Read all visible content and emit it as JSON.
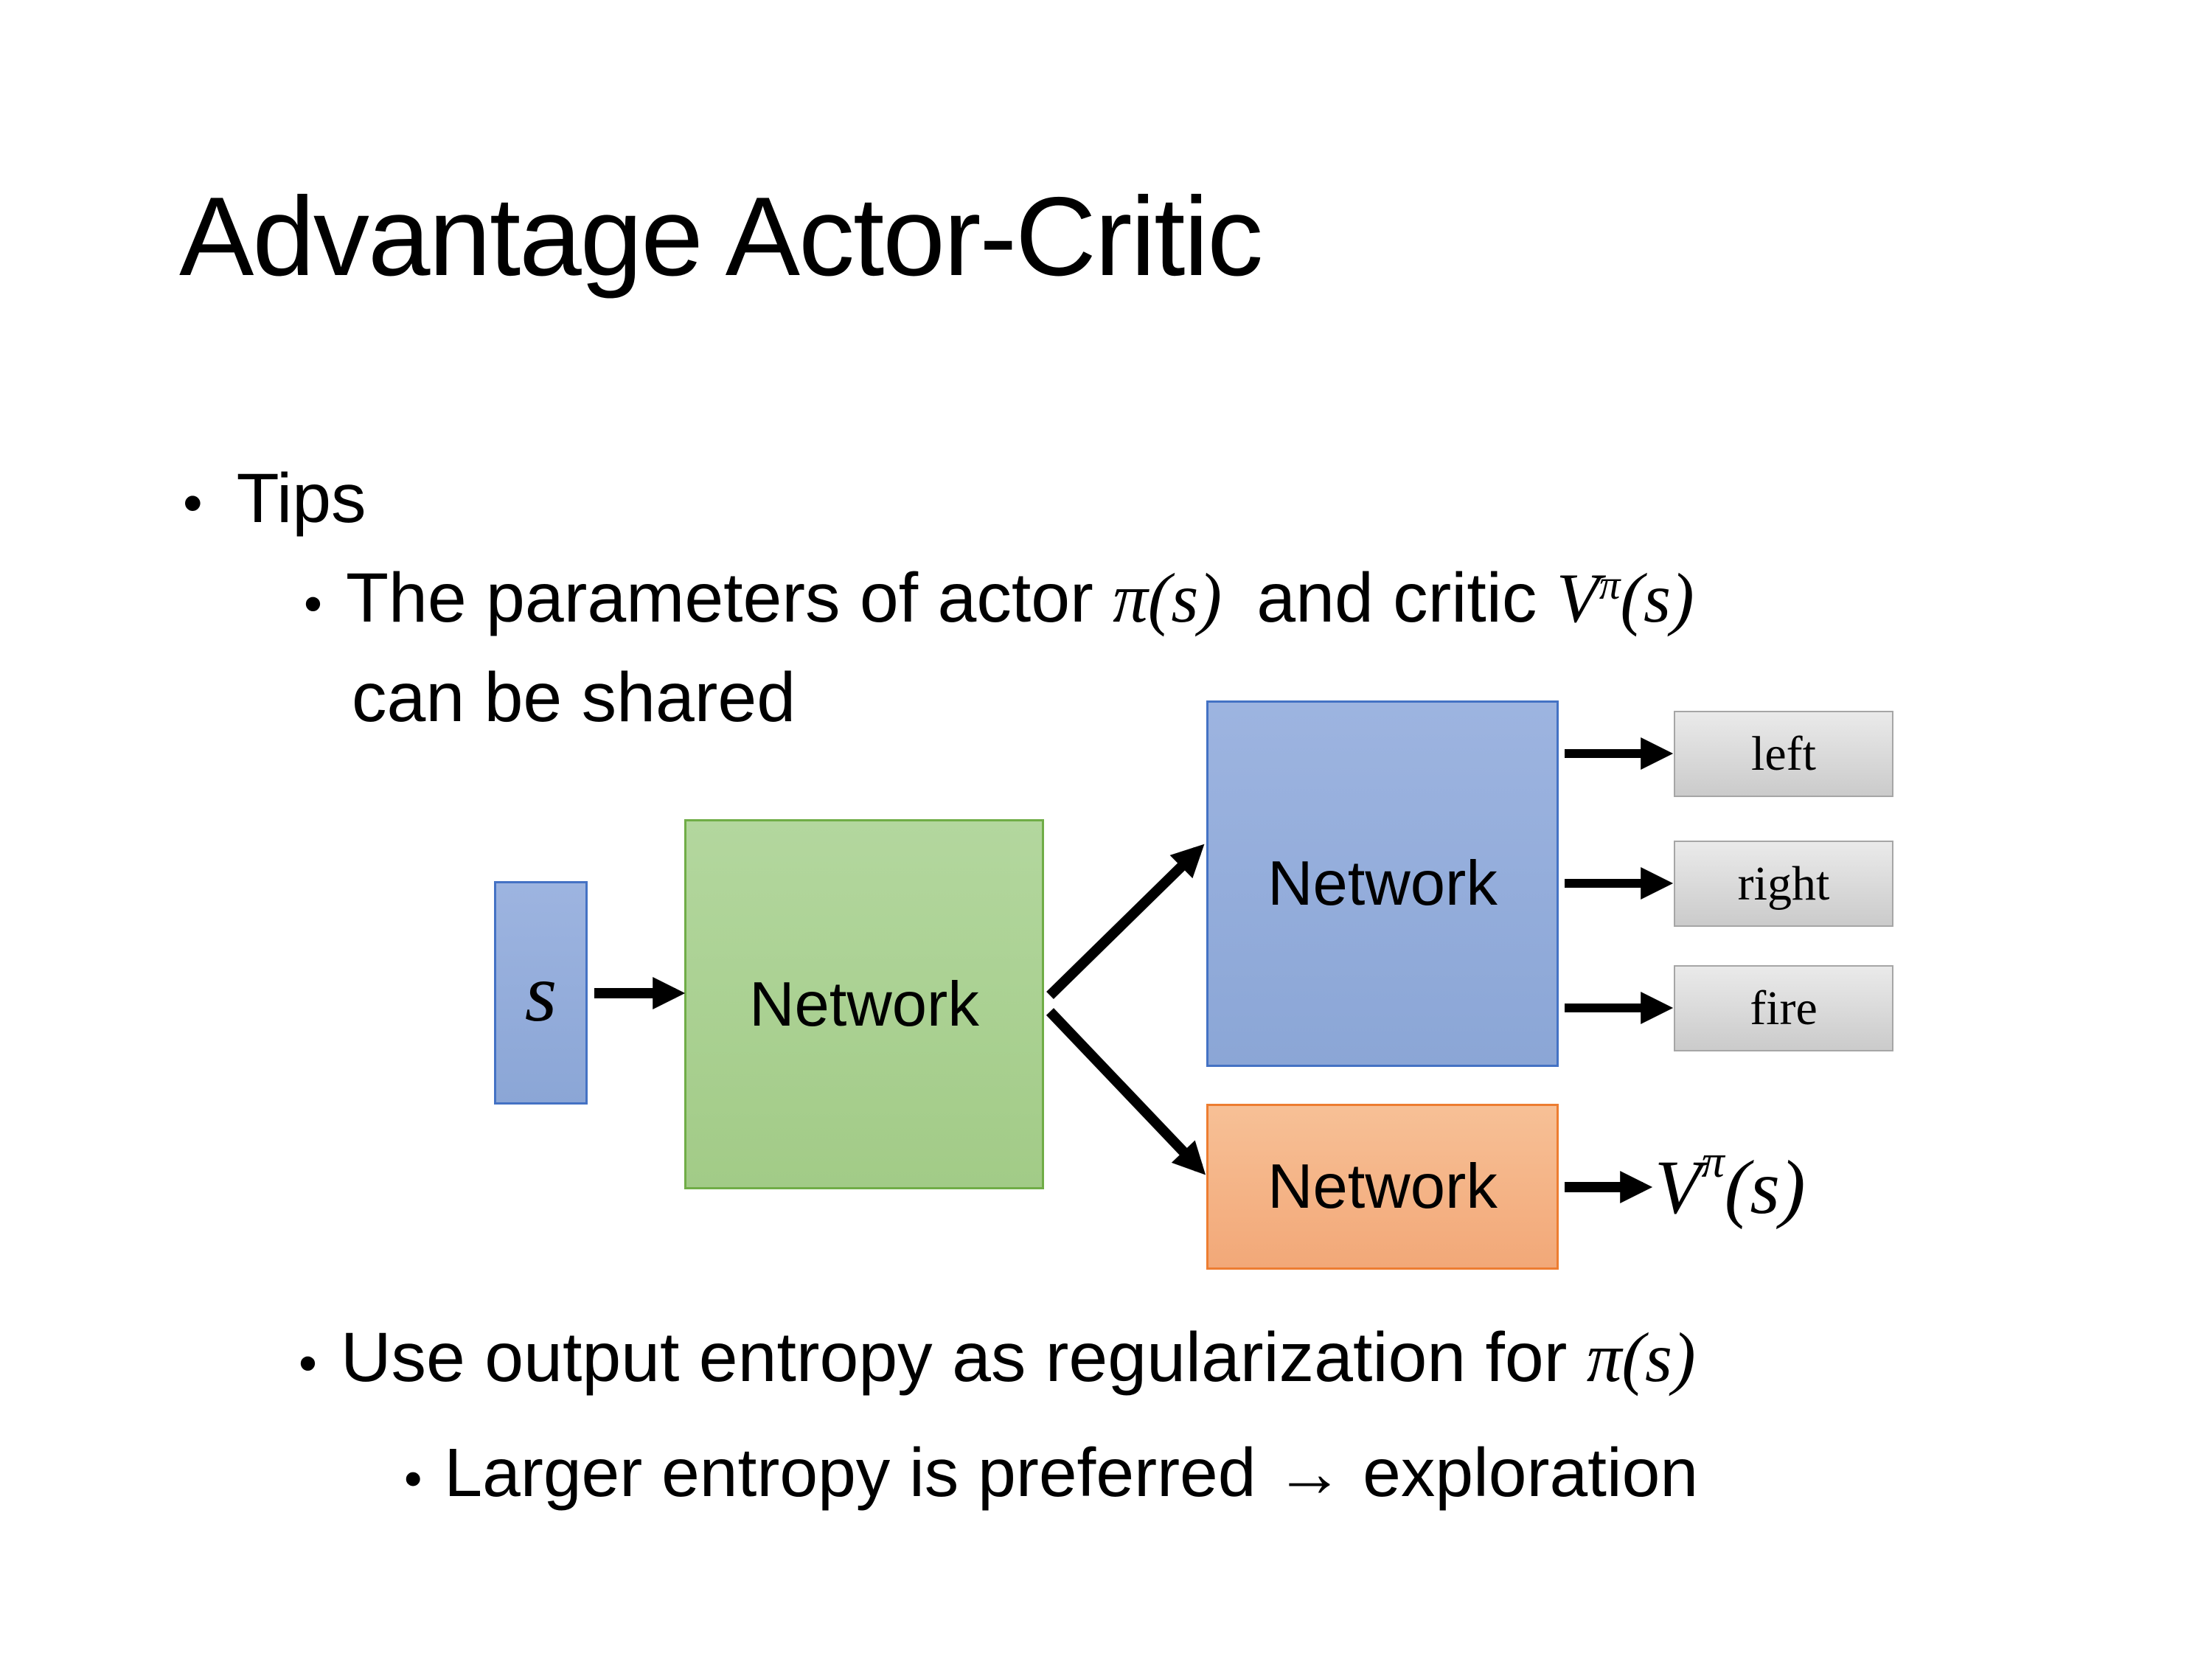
{
  "title": "Advantage Actor-Critic",
  "bullet_char": "•",
  "tips_label": "Tips",
  "bullet1": {
    "pre": "The parameters of actor ",
    "pi": "π(s)",
    "mid": " and critic ",
    "v_base": "V",
    "v_sup": "π",
    "v_args": "(s)",
    "line2": "can be shared"
  },
  "bullet2": {
    "pre": "Use output entropy as regularization for ",
    "pi": "π(s)"
  },
  "bullet3": "Larger entropy is preferred → exploration",
  "diagram": {
    "state_label": "s",
    "shared_label": "Network",
    "actor_label": "Network",
    "critic_label": "Network",
    "actions": [
      "left",
      "right",
      "fire"
    ],
    "value": {
      "base": "V",
      "sup": "π",
      "args": "(s)"
    },
    "colors": {
      "blue_fill": "#8EAADB",
      "blue_border": "#4472C4",
      "green_fill": "#A9D08E",
      "green_border": "#70AD47",
      "orange_fill": "#F4B183",
      "orange_border": "#ED7D31",
      "gray_fill": "#D9D9D9",
      "gray_border": "#A6A6A6",
      "arrow": "#000000",
      "text": "#000000",
      "background": "#FFFFFF"
    }
  }
}
